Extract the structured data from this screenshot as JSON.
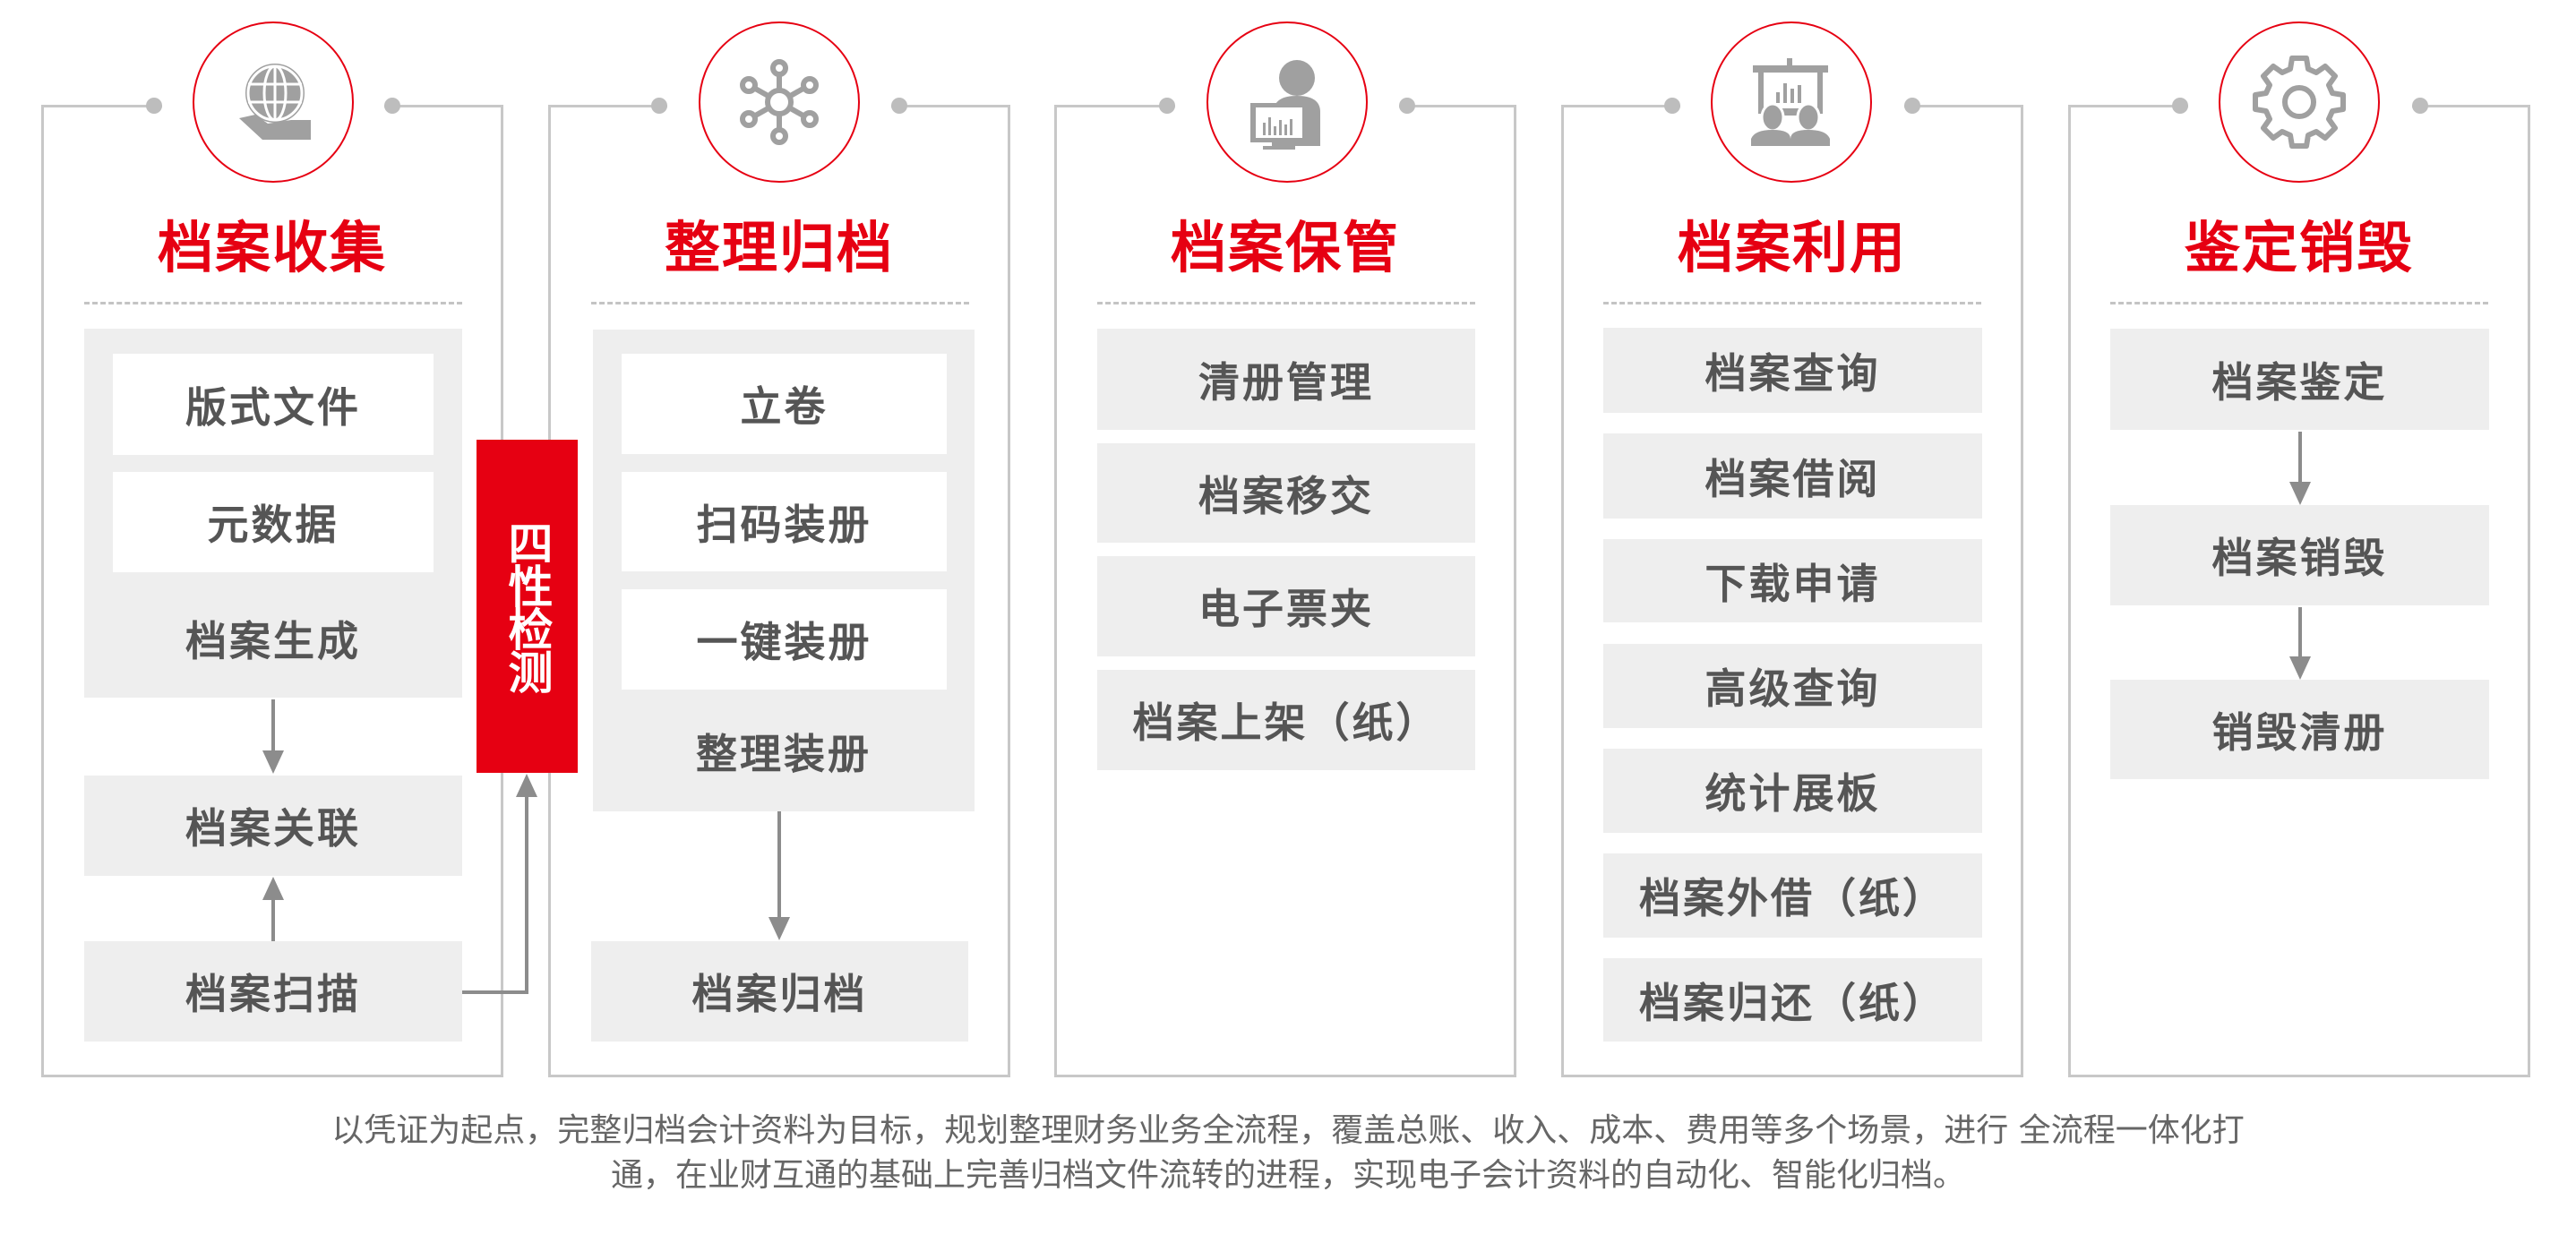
{
  "colors": {
    "accent": "#e60012",
    "icon_gray": "#a0a0a0",
    "item_bg": "#eeeeee",
    "text": "#555555",
    "border": "#c8c8c8"
  },
  "stages": [
    {
      "title": "档案收集",
      "icon": "globe-hand-icon",
      "group": {
        "items": [
          "版式文件",
          "元数据"
        ],
        "label": "档案生成"
      },
      "items": [
        "档案关联",
        "档案扫描"
      ]
    },
    {
      "title": "整理归档",
      "icon": "network-nodes-icon",
      "group": {
        "items": [
          "立卷",
          "扫码装册",
          "一键装册"
        ],
        "label": "整理装册"
      },
      "items": [
        "档案归档"
      ]
    },
    {
      "title": "档案保管",
      "icon": "user-monitor-icon",
      "items": [
        "清册管理",
        "档案移交",
        "电子票夹",
        "档案上架（纸）"
      ]
    },
    {
      "title": "档案利用",
      "icon": "presentation-people-icon",
      "items": [
        "档案查询",
        "档案借阅",
        "下载申请",
        "高级查询",
        "统计展板",
        "档案外借（纸）",
        "档案归还（纸）"
      ]
    },
    {
      "title": "鉴定销毁",
      "icon": "gear-icon",
      "items": [
        "档案鉴定",
        "档案销毁",
        "销毁清册"
      ]
    }
  ],
  "check_box": {
    "label": "四性检测"
  },
  "caption": {
    "line1": "以凭证为起点，完整归档会计资料为目标，规划整理财务业务全流程，覆盖总账、收入、成本、费用等多个场景，进行 全流程一体化打",
    "line2": "通，在业财互通的基础上完善归档文件流转的进程，实现电子会计资料的自动化、智能化归档。"
  }
}
